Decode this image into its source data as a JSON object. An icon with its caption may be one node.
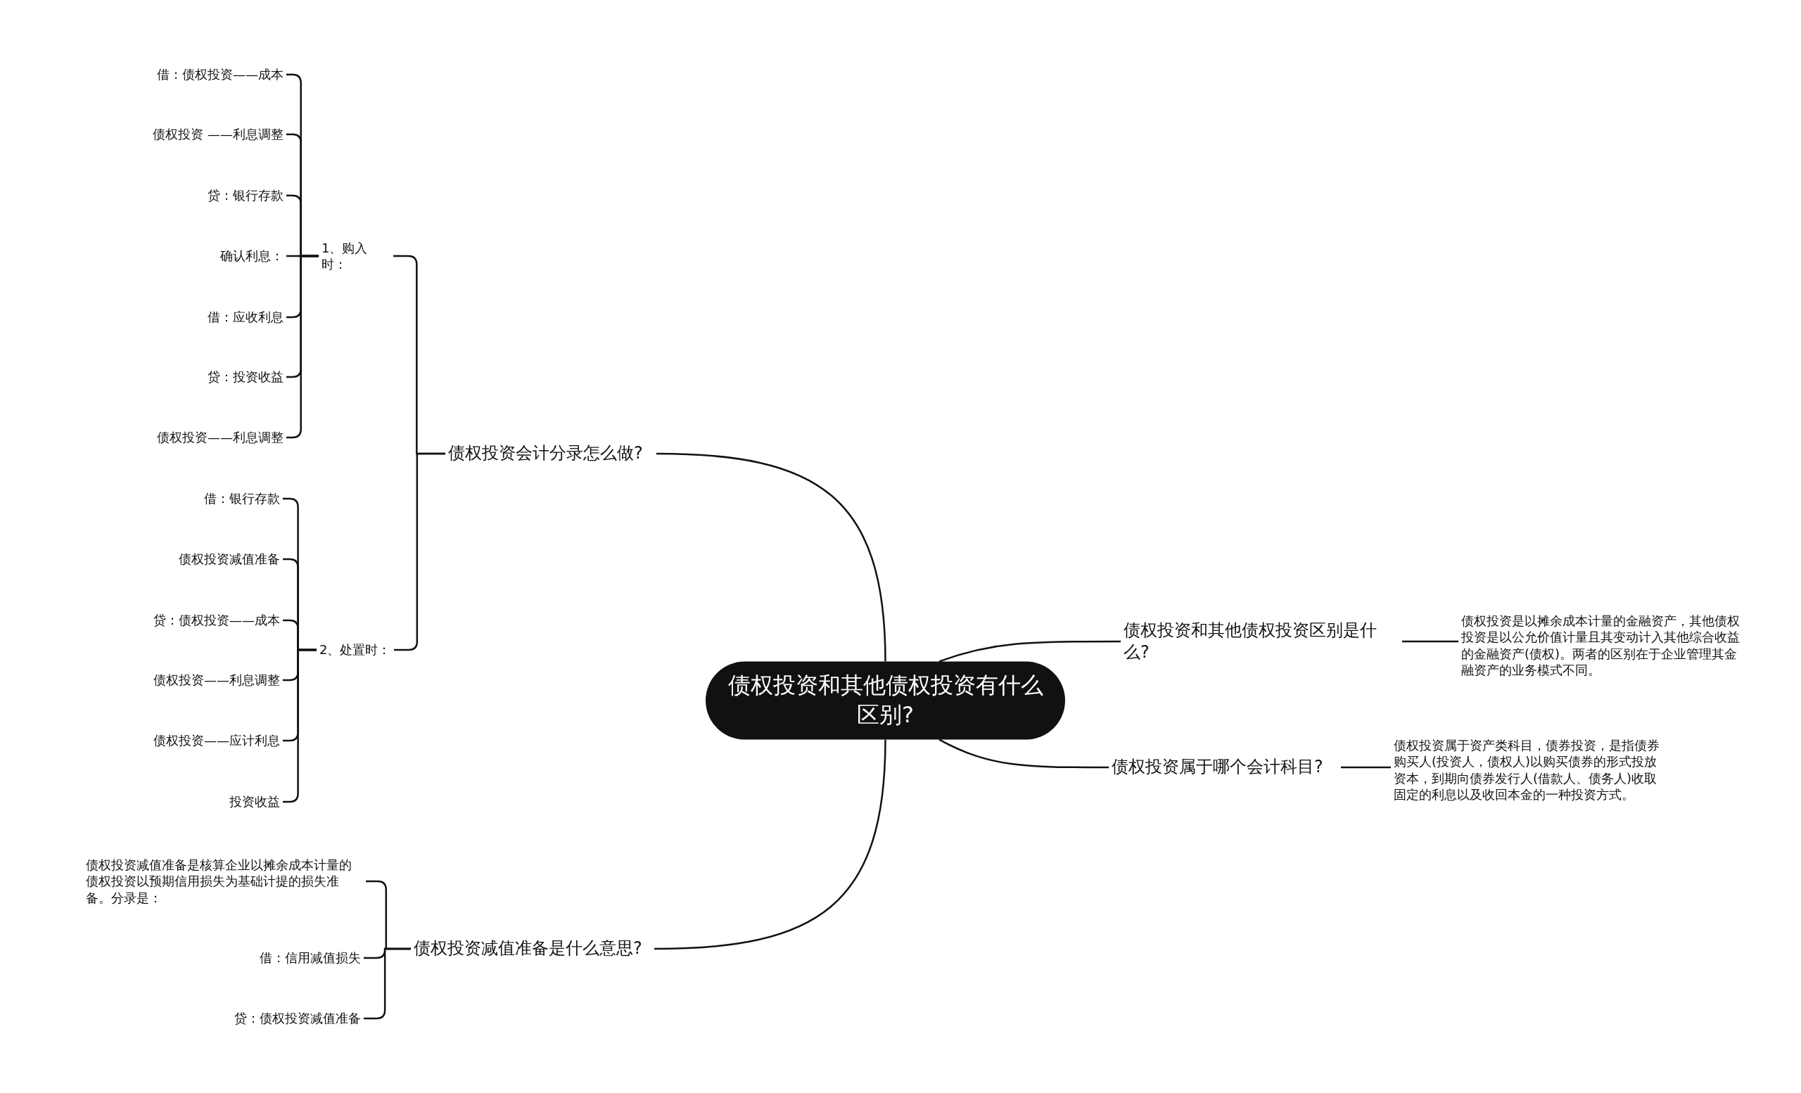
{
  "diagram": {
    "nodes": [
      {
        "text": [
          "债权投资和其他债权投资有什么区别?"
        ]
      },
      {
        "text": [
          "债权投资会计分录怎么做?"
        ]
      },
      {
        "text": [
          "1、购入时："
        ]
      },
      {
        "text": [
          "借：债权投资——成本"
        ]
      },
      {
        "text": [
          "债权投资 ——利息调整"
        ]
      },
      {
        "text": [
          "贷：银行存款"
        ]
      },
      {
        "text": [
          "确认利息："
        ]
      },
      {
        "text": [
          "借：应收利息"
        ]
      },
      {
        "text": [
          "贷：投资收益"
        ]
      },
      {
        "text": [
          "债权投资——利息调整"
        ]
      },
      {
        "text": [
          "2、处置时："
        ]
      },
      {
        "text": [
          "借：银行存款"
        ]
      },
      {
        "text": [
          "债权投资减值准备"
        ]
      },
      {
        "text": [
          "贷：债权投资——成本"
        ]
      },
      {
        "text": [
          "债权投资——利息调整"
        ]
      },
      {
        "text": [
          "债权投资——应计利息"
        ]
      },
      {
        "text": [
          "投资收益"
        ]
      },
      {
        "text": [
          "债权投资减值准备是什么意思?"
        ]
      },
      {
        "text": [
          "债权投资减值准备是核算企业以摊余成本计量的债权投资以预期信用损失为基础计提的损失准备。分录是："
        ]
      },
      {
        "text": [
          "借：信用减值损失"
        ]
      },
      {
        "text": [
          "贷：债权投资减值准备"
        ]
      },
      {
        "text": [
          "债权投资和其他债权投资区别是什么?"
        ]
      },
      {
        "text": [
          "债权投资是以摊余成本计量的金融资产，其他债权投资是以公允价值计量且其变动计入其他综合收益的金融资产(债权)。两者的区别在于企业管理其金融资产的业务模式不同。"
        ]
      },
      {
        "text": [
          "债权投资属于哪个会计科目?"
        ]
      },
      {
        "text": [
          "债权投资属于资产类科目，债券投资，是指债券购买人(投资人，债权人)以购买债券的形式投放资本，到期向债券发行人(借款人、债务人)收取固定的利息以及收回本金的一种投资方式。"
        ]
      }
    ],
    "edges": [
      {
        "from": 0,
        "to": 1,
        "arrow": "none"
      },
      {
        "from": 1,
        "to": 2,
        "arrow": "none"
      },
      {
        "from": 2,
        "to": 3,
        "arrow": "none"
      },
      {
        "from": 2,
        "to": 4,
        "arrow": "none"
      },
      {
        "from": 2,
        "to": 5,
        "arrow": "none"
      },
      {
        "from": 2,
        "to": 6,
        "arrow": "none"
      },
      {
        "from": 2,
        "to": 7,
        "arrow": "none"
      },
      {
        "from": 2,
        "to": 8,
        "arrow": "none"
      },
      {
        "from": 2,
        "to": 9,
        "arrow": "none"
      },
      {
        "from": 1,
        "to": 10,
        "arrow": "none"
      },
      {
        "from": 10,
        "to": 11,
        "arrow": "none"
      },
      {
        "from": 10,
        "to": 12,
        "arrow": "none"
      },
      {
        "from": 10,
        "to": 13,
        "arrow": "none"
      },
      {
        "from": 10,
        "to": 14,
        "arrow": "none"
      },
      {
        "from": 10,
        "to": 15,
        "arrow": "none"
      },
      {
        "from": 10,
        "to": 16,
        "arrow": "none"
      },
      {
        "from": 0,
        "to": 17,
        "arrow": "none"
      },
      {
        "from": 17,
        "to": 18,
        "arrow": "none"
      },
      {
        "from": 17,
        "to": 19,
        "arrow": "none"
      },
      {
        "from": 17,
        "to": 20,
        "arrow": "none"
      },
      {
        "from": 0,
        "to": 21,
        "arrow": "none"
      },
      {
        "from": 21,
        "to": 22,
        "arrow": "none"
      },
      {
        "from": 0,
        "to": 23,
        "arrow": "none"
      },
      {
        "from": 23,
        "to": 24,
        "arrow": "none"
      }
    ]
  }
}
